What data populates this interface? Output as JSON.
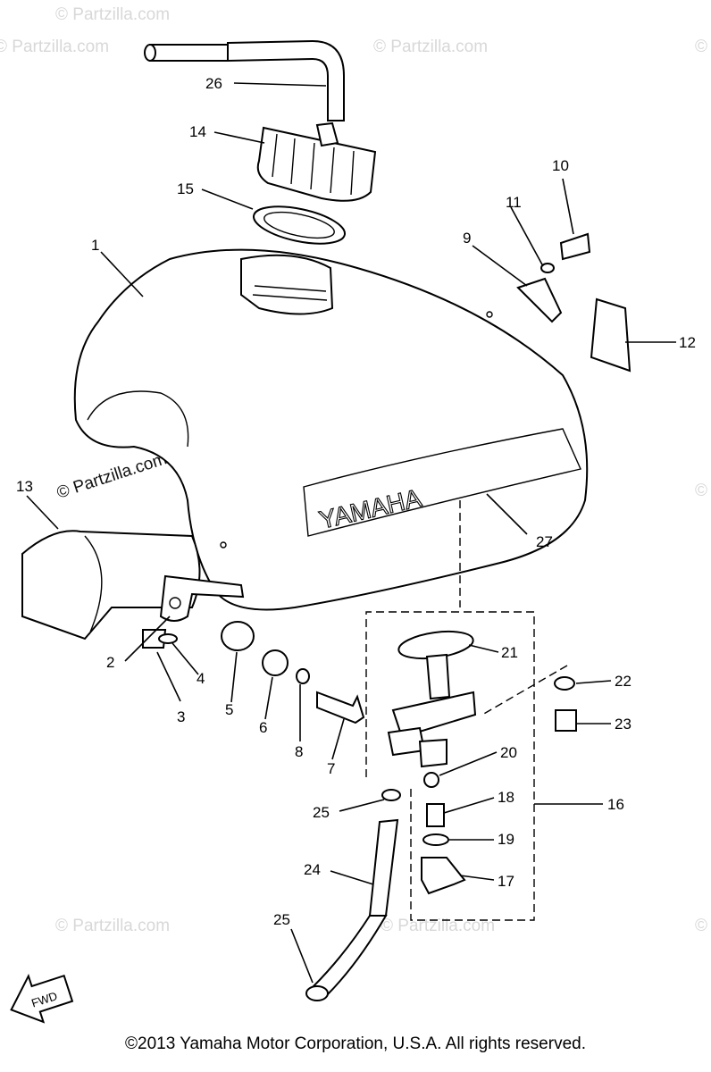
{
  "diagram": {
    "watermark_text": "© Partzilla.com",
    "logo_text": "YAMAHA",
    "fwd_label": "FWD",
    "callouts": {
      "c1": "1",
      "c2": "2",
      "c3": "3",
      "c4": "4",
      "c5": "5",
      "c6": "6",
      "c7": "7",
      "c8": "8",
      "c9": "9",
      "c10": "10",
      "c11": "11",
      "c12": "12",
      "c13": "13",
      "c14": "14",
      "c15": "15",
      "c16": "16",
      "c17": "17",
      "c18": "18",
      "c19": "19",
      "c20": "20",
      "c21": "21",
      "c22": "22",
      "c23": "23",
      "c24": "24",
      "c25a": "25",
      "c25b": "25",
      "c26": "26",
      "c27": "27"
    }
  },
  "footer": {
    "copyright": "©2013  Yamaha Motor Corporation, U.S.A. All rights reserved."
  }
}
